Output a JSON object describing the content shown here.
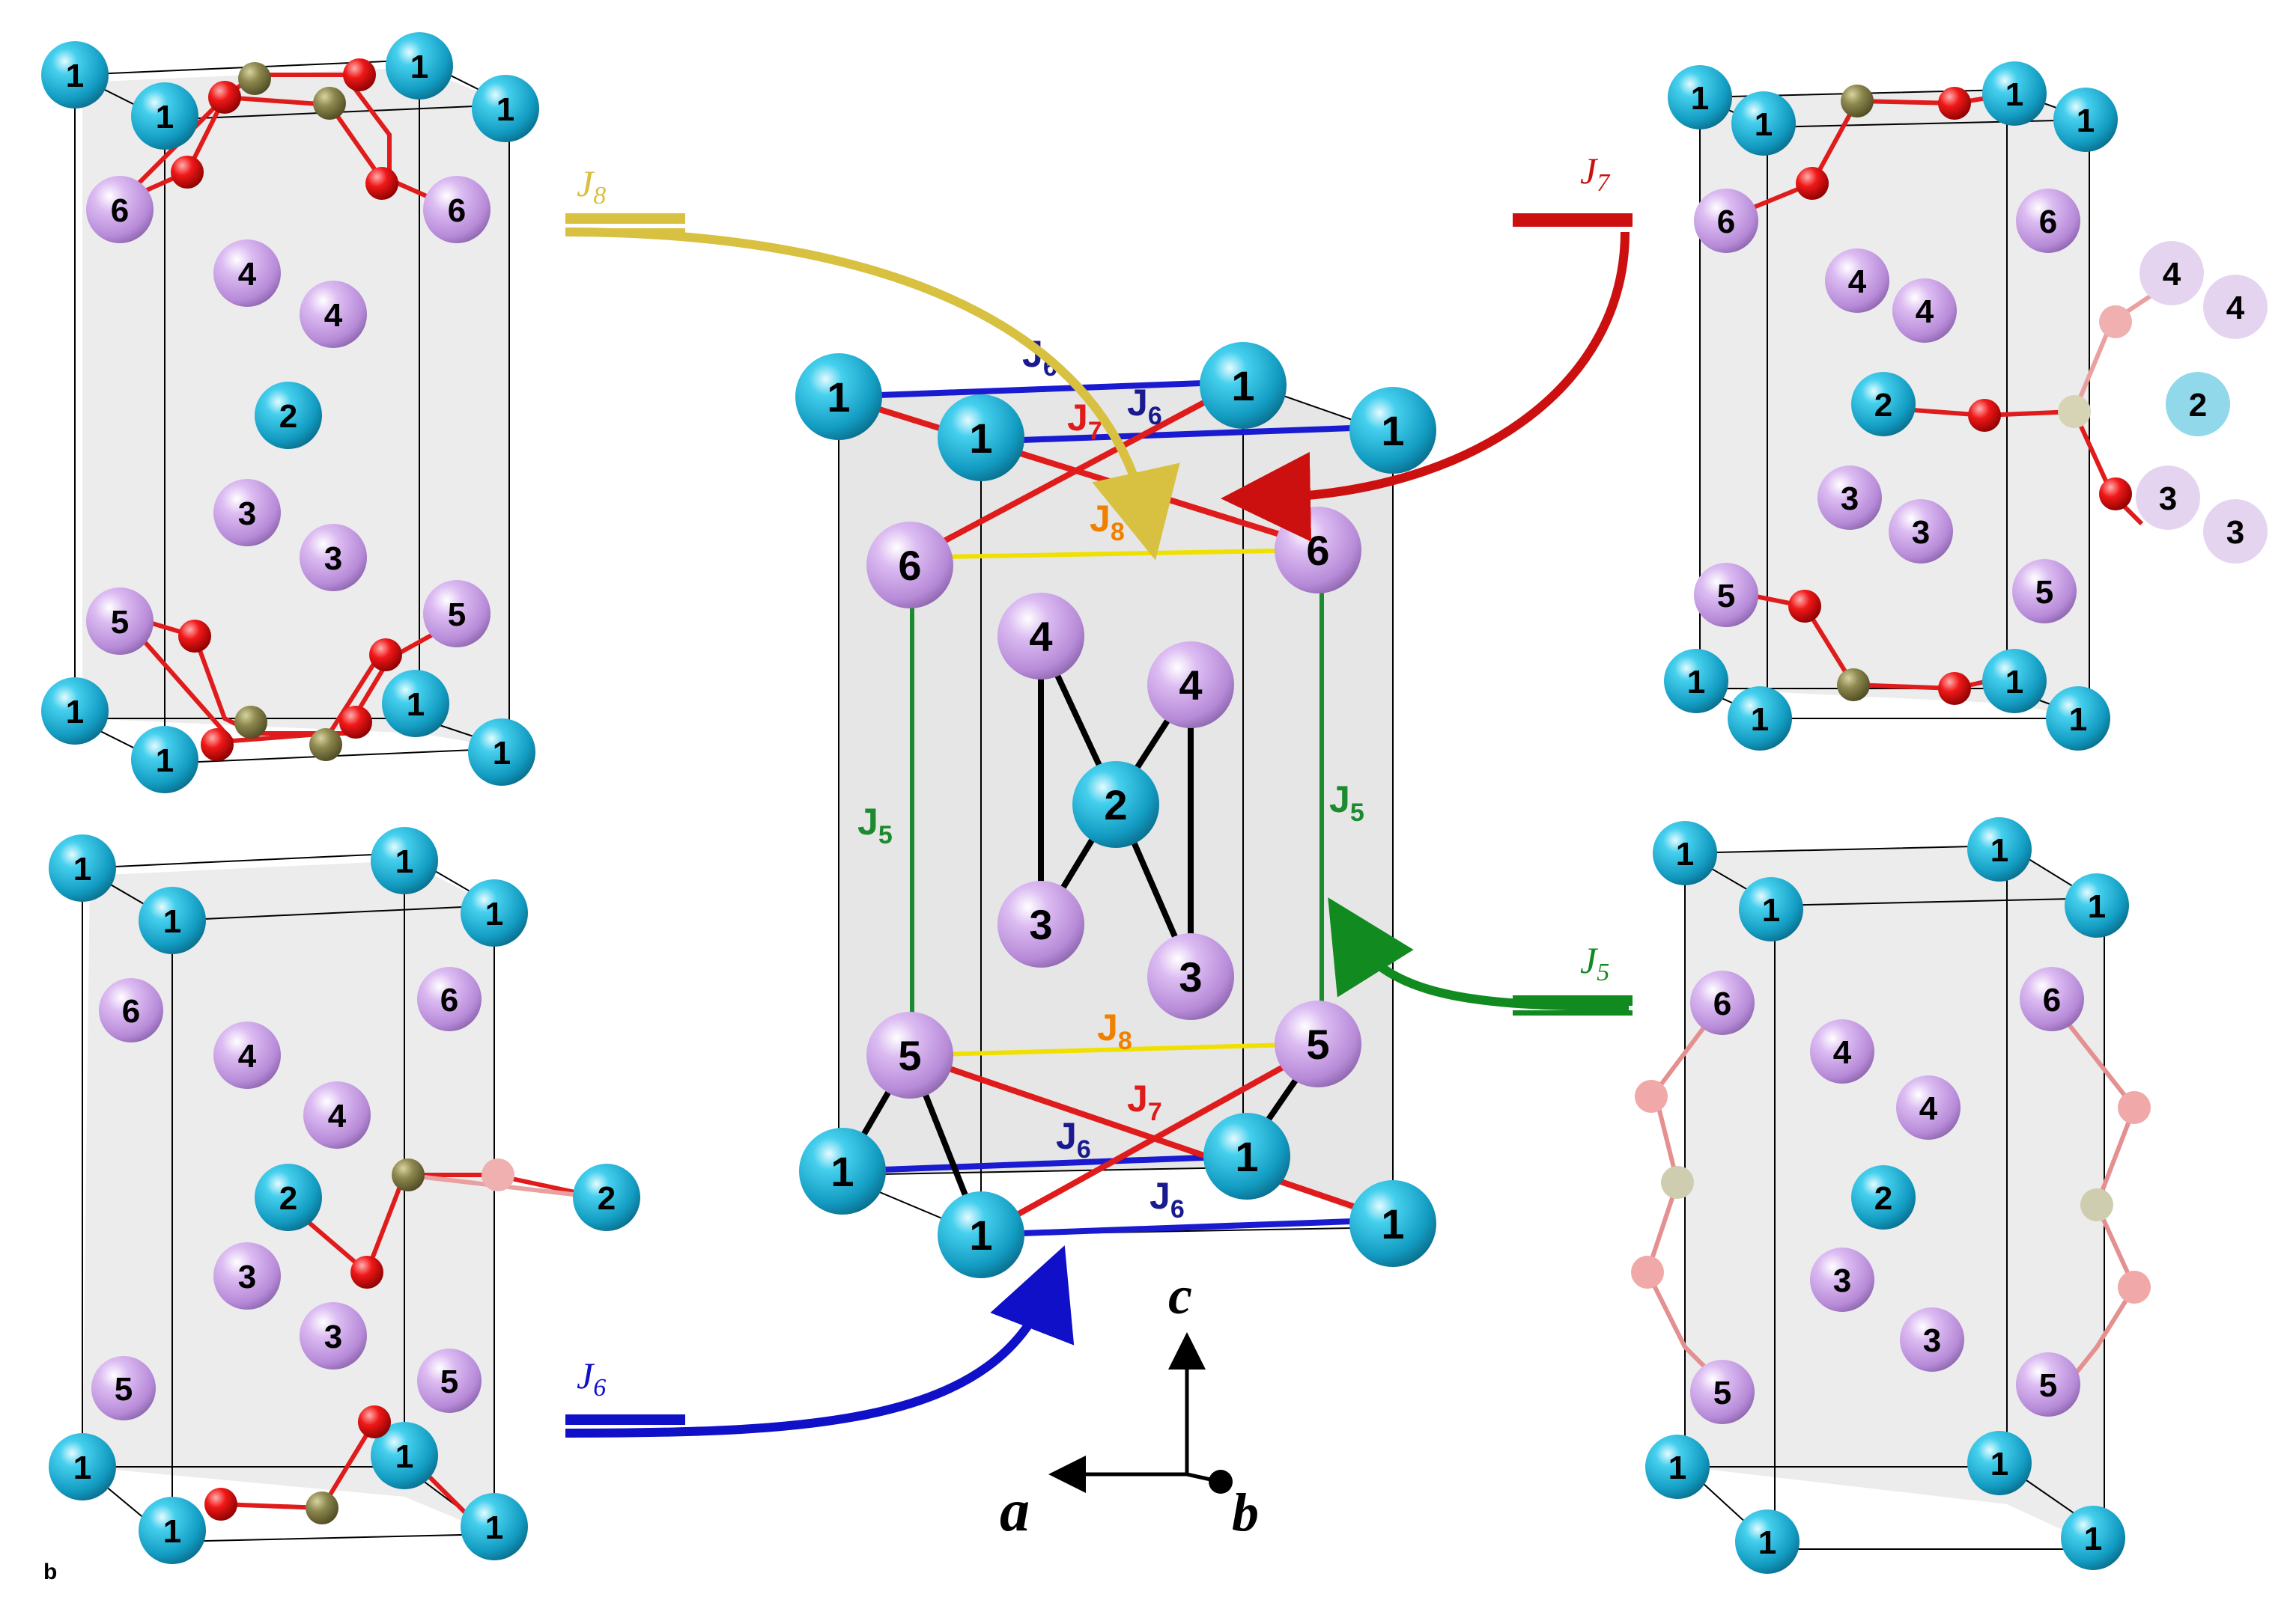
{
  "figure": {
    "panel_letter": "b",
    "colors": {
      "atom_cyan": "#18b4d8",
      "atom_violet": "#c9a0e6",
      "atom_olive": "#7f7b45",
      "atom_red": "#e8101a",
      "bond_red": "#e01b1b",
      "bond_blue": "#1a1ad0",
      "bond_green": "#1c8a2e",
      "bond_yellow": "#f0e000",
      "bond_black": "#000000",
      "cell_fill": "#e8e8e8"
    },
    "labels": {
      "a1": "1",
      "a2": "2",
      "a3": "3",
      "a4": "4",
      "a5": "5",
      "a6": "6"
    },
    "center": {
      "j5_label": "J",
      "j5_sub": "5",
      "j6_label": "J",
      "j6_sub": "6",
      "j7_label": "J",
      "j7_sub": "7",
      "j8_label": "J",
      "j8_sub": "8"
    },
    "captions": {
      "j5": {
        "name": "J",
        "sub": "5",
        "color": "#1c8a2e",
        "icon": "double-bar-icon"
      },
      "j6": {
        "name": "J",
        "sub": "6",
        "color": "#1a1ad0",
        "icon": "double-bar-icon"
      },
      "j7": {
        "name": "J",
        "sub": "7",
        "color": "#cc1010",
        "icon": "single-bar-icon"
      },
      "j8": {
        "name": "J",
        "sub": "8",
        "color": "#d8c040",
        "icon": "double-bar-icon"
      }
    },
    "axes": {
      "c": "c",
      "a": "a",
      "b": "b"
    }
  }
}
